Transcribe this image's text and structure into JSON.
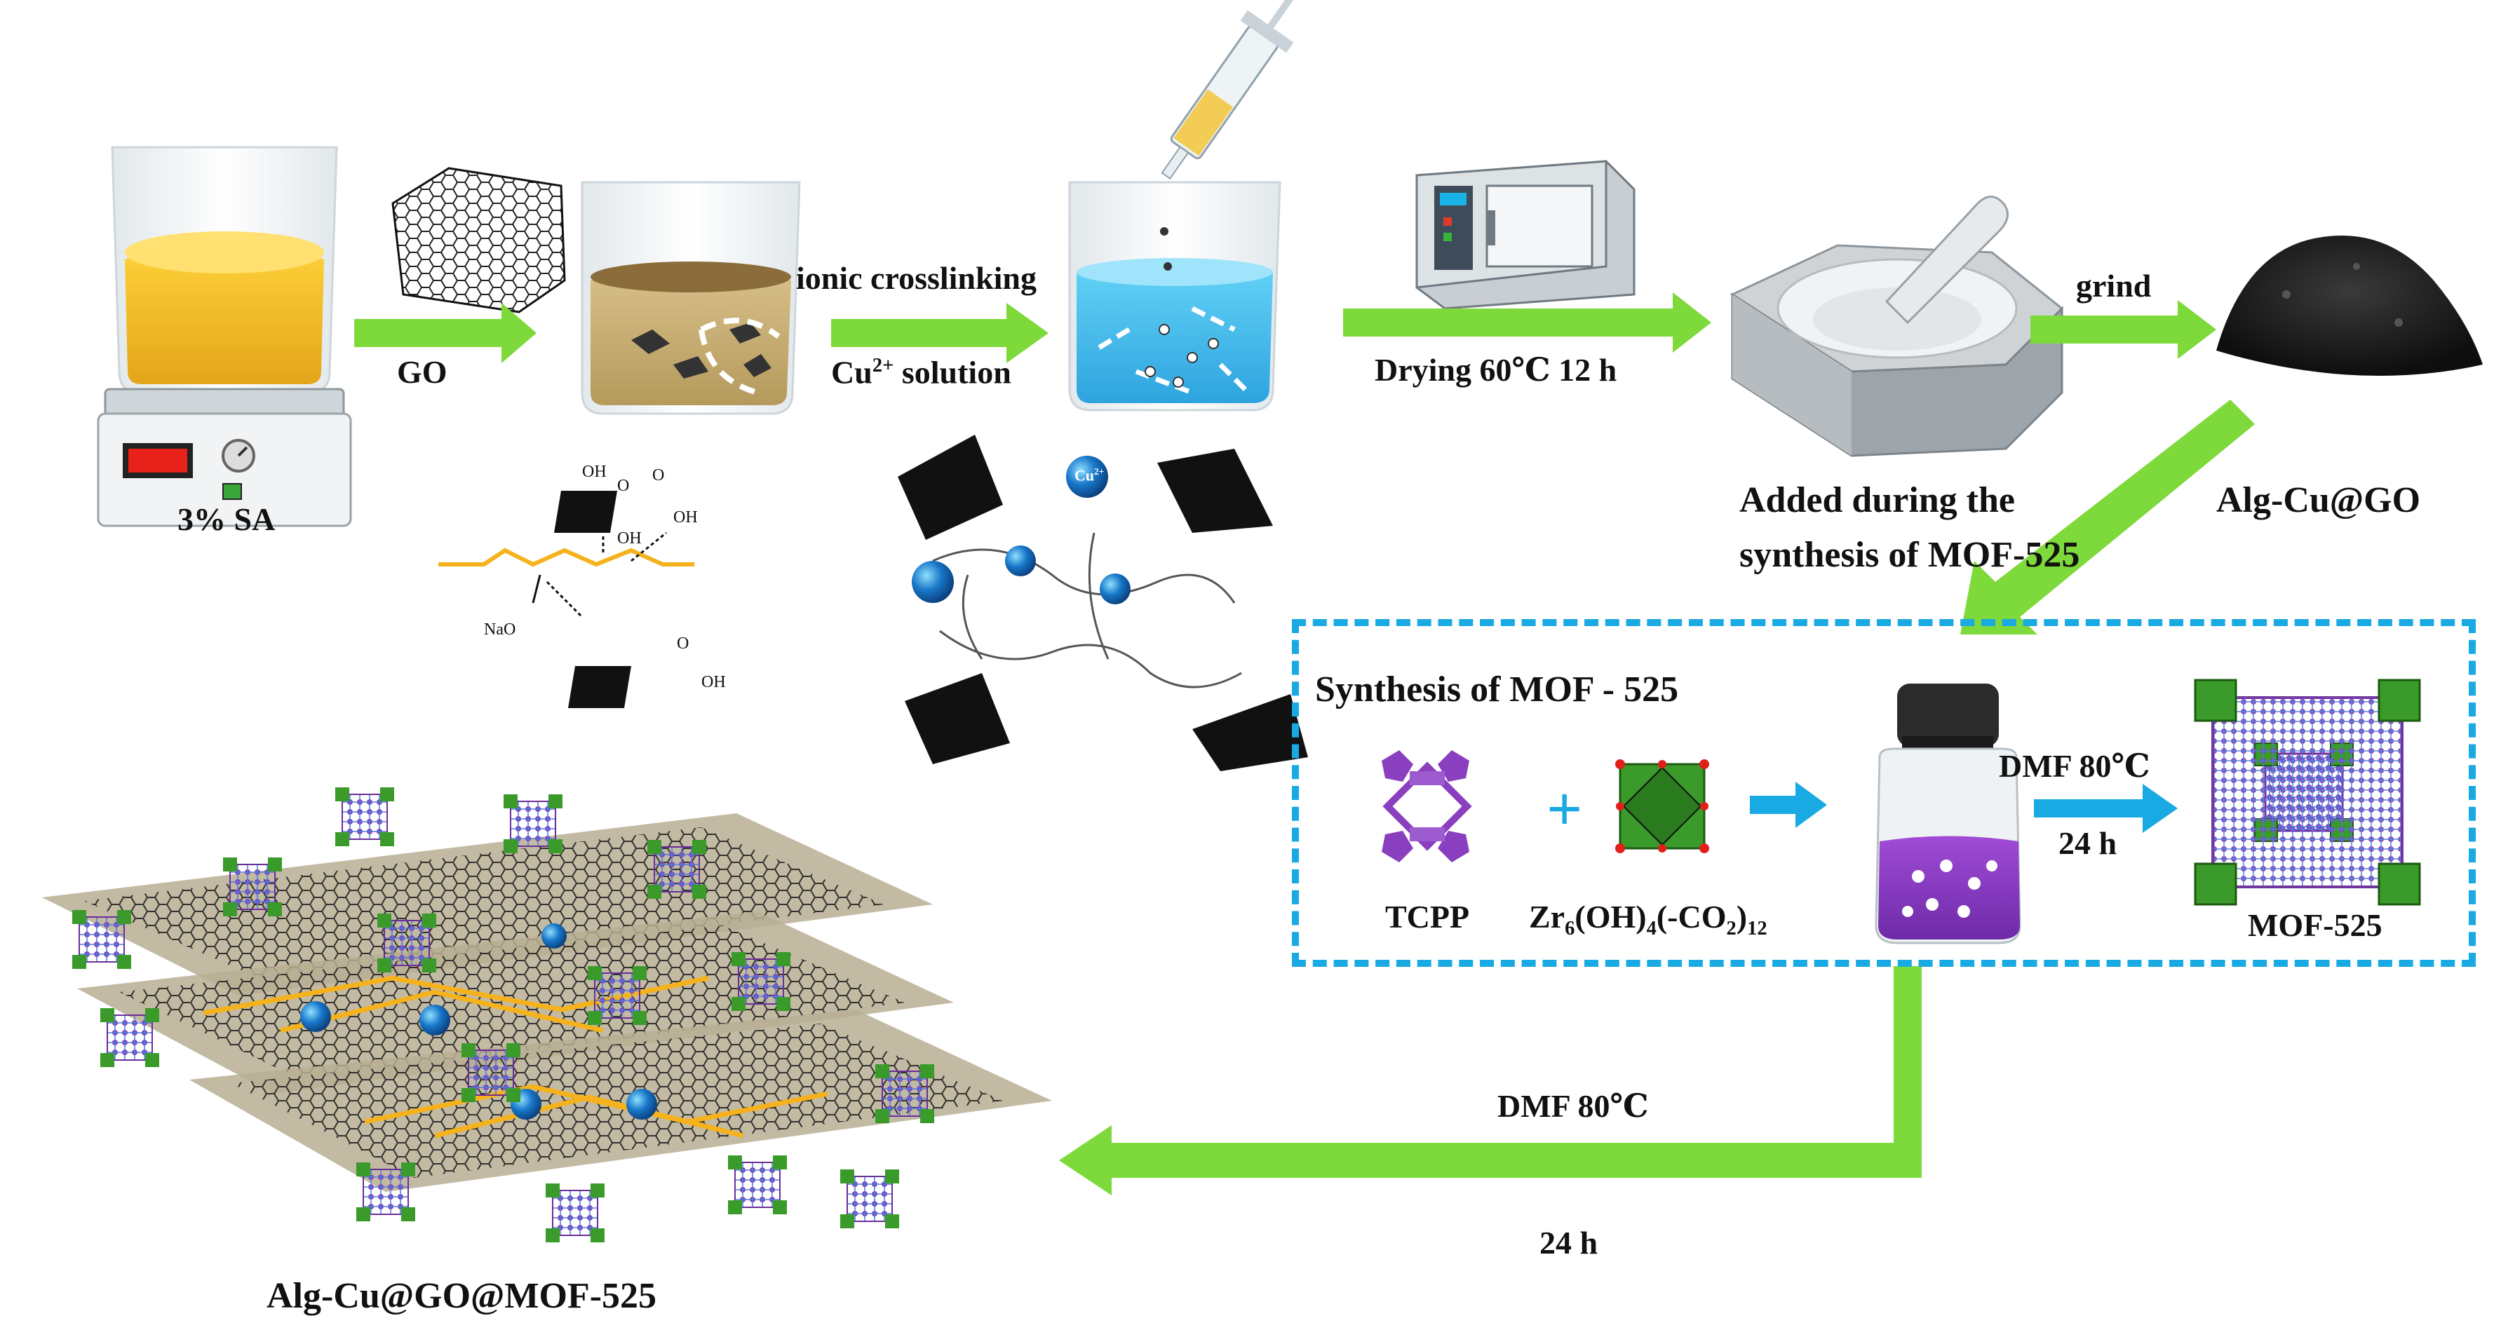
{
  "labels": {
    "sa": "3% SA",
    "go": "GO",
    "ionic": "ionic crosslinking",
    "cu_solution_base": "Cu",
    "cu_solution_sup": "2+",
    "cu_solution_rest": " solution",
    "drying": "Drying  60℃ 12 h",
    "grind": "grind",
    "added_line1": "Added during the",
    "added_line2": "synthesis of MOF-525",
    "alg_cu_go": "Alg-Cu@GO",
    "synthesis_title": "Synthesis of MOF - 525",
    "tcpp": "TCPP",
    "zr_a": "Zr",
    "zr_6": "6",
    "zr_b": "(OH)",
    "zr_4": "4",
    "zr_c": "(-CO",
    "zr_2": "2",
    "zr_d": ")",
    "zr_12": "12",
    "plus": "+",
    "dmf_upper": "DMF  80℃",
    "h24_upper": "24 h",
    "mof525": "MOF-525",
    "dmf_lower": "DMF 80℃",
    "h24_lower": "24 h",
    "final": "Alg-Cu@GO@MOF-525"
  },
  "chem": {
    "oh_top": "OH",
    "o_top": "O",
    "oh_right": "OH",
    "o_right": "O",
    "nao": "NaO",
    "oh_mid": "OH",
    "oh_bottom": "OH",
    "o_bottom": "O",
    "cu_ion": "Cu",
    "cu_sup": "2+"
  },
  "colors": {
    "arrow_green": "#7ed93a",
    "arrow_blue": "#19a9e3",
    "mof_purple": "#8a3fbf",
    "cluster_green": "#3a9a2a",
    "solution_yellow": "#f2c020",
    "solution_blue": "#4cc2ee",
    "alginate_orange": "#f5b21c"
  }
}
